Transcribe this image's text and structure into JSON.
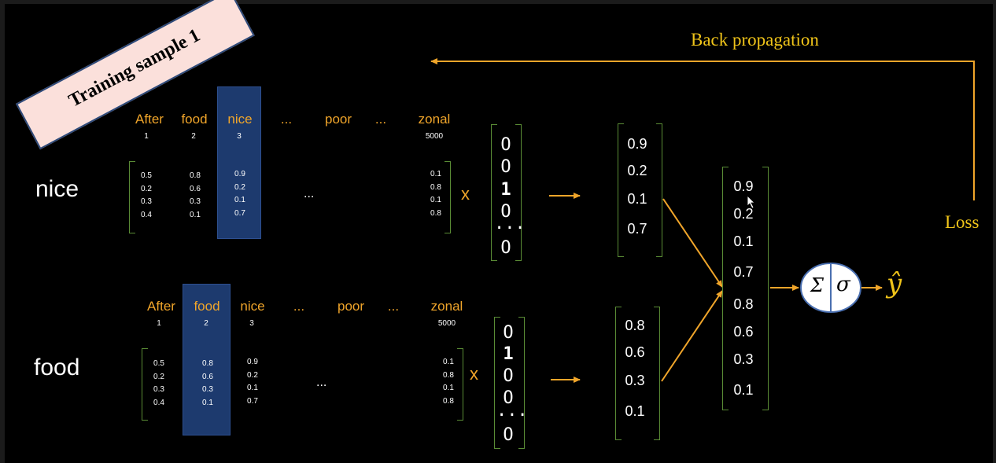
{
  "banner": {
    "label": "Training sample 1"
  },
  "backprop": {
    "label": "Back propagation"
  },
  "loss": {
    "label": "Loss"
  },
  "output": {
    "sum_symbol": "Σ",
    "sigmoid_symbol": "σ",
    "yhat": "ŷ"
  },
  "top": {
    "word": "nice",
    "headers": [
      "After",
      "food",
      "nice",
      "...",
      "poor",
      "...",
      "zonal"
    ],
    "indices": [
      "1",
      "2",
      "3",
      "5000"
    ],
    "columns": [
      [
        "0.5",
        "0.2",
        "0.3",
        "0.4"
      ],
      [
        "0.8",
        "0.6",
        "0.3",
        "0.1"
      ],
      [
        "0.9",
        "0.2",
        "0.1",
        "0.7"
      ],
      [
        "0.1",
        "0.8",
        "0.1",
        "0.8"
      ]
    ],
    "middle_ellipsis": "...",
    "times": "x",
    "onehot": [
      "O",
      "O",
      "1",
      "O",
      "...",
      "O"
    ],
    "embedding": [
      "0.9",
      "0.2",
      "0.1",
      "0.7"
    ]
  },
  "bottom": {
    "word": "food",
    "headers": [
      "After",
      "food",
      "nice",
      "...",
      "poor",
      "...",
      "zonal"
    ],
    "indices": [
      "1",
      "2",
      "3",
      "5000"
    ],
    "columns": [
      [
        "0.5",
        "0.2",
        "0.3",
        "0.4"
      ],
      [
        "0.8",
        "0.6",
        "0.3",
        "0.1"
      ],
      [
        "0.9",
        "0.2",
        "0.1",
        "0.7"
      ],
      [
        "0.1",
        "0.8",
        "0.1",
        "0.8"
      ]
    ],
    "middle_ellipsis": "...",
    "times": "x",
    "onehot": [
      "O",
      "1",
      "O",
      "O",
      "...",
      "O"
    ],
    "embedding": [
      "0.8",
      "0.6",
      "0.3",
      "0.1"
    ]
  },
  "combined": [
    "0.9",
    "0.2",
    "0.1",
    "0.7",
    "0.8",
    "0.6",
    "0.3",
    "0.1"
  ],
  "colors": {
    "orange": "#f0a52a",
    "yellow": "#f0c419",
    "bracket_green": "#5a8c35",
    "highlight_blue": "#1d3a6e"
  }
}
